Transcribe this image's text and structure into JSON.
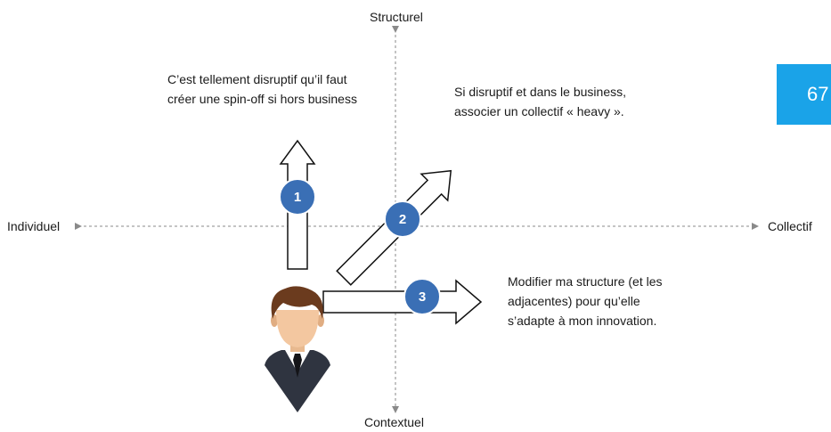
{
  "axes": {
    "top": "Structurel",
    "bottom": "Contextuel",
    "left": "Individuel",
    "right": "Collectif"
  },
  "quadrant_texts": {
    "top_left": "C’est tellement disruptif qu’il faut créer une spin-off si hors business",
    "top_right": "Si disruptif et dans le business, associer un collectif « heavy ».",
    "bottom_right": "Modifier ma structure (et les adjacentes) pour qu’elle s’adapte à mon innovation."
  },
  "markers": [
    "1",
    "2",
    "3"
  ],
  "page_badge": "67",
  "colors": {
    "marker_fill": "#3a6fb5",
    "badge": "#1aa3e8",
    "axis": "#8a8a8a"
  },
  "icons": {
    "person": "businessman-icon"
  }
}
